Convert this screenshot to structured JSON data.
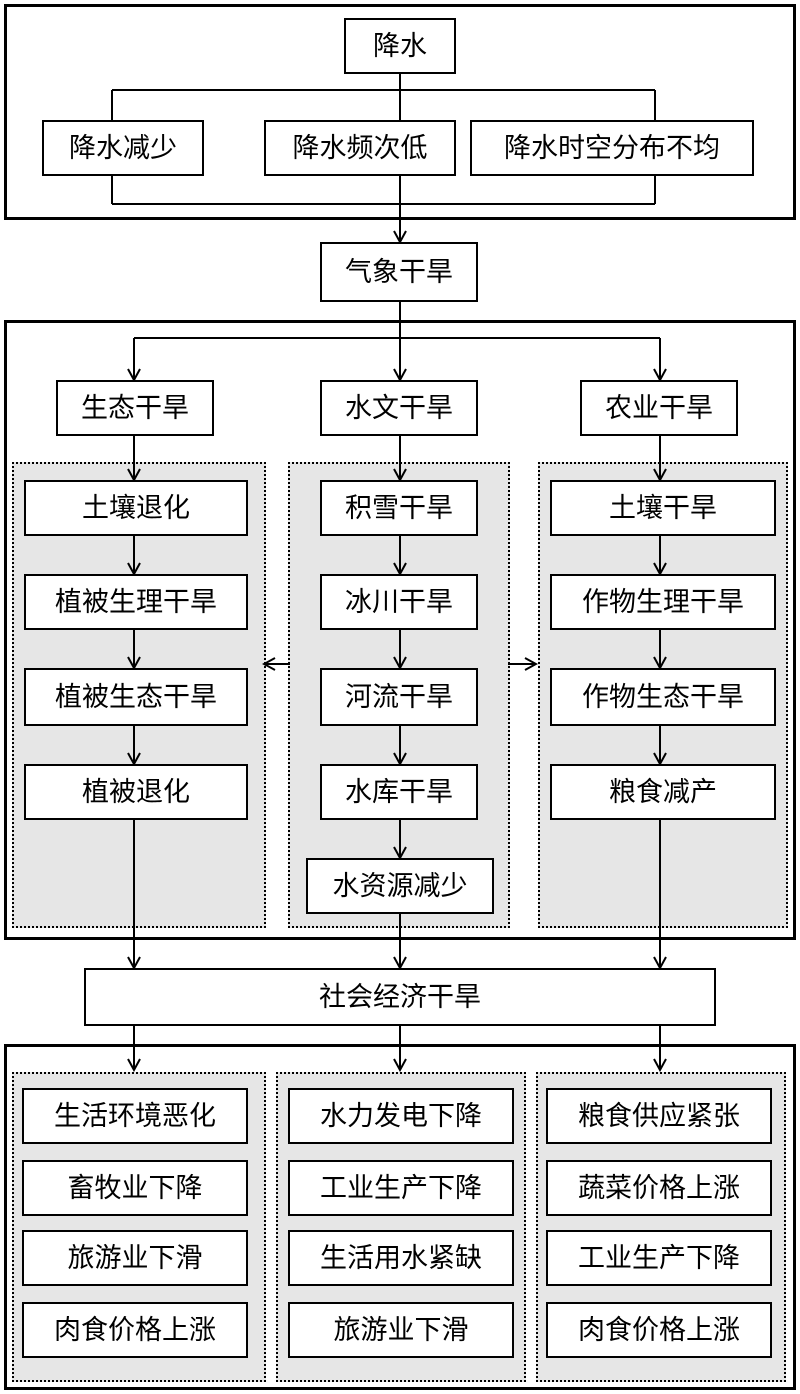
{
  "precip": {
    "root": "降水",
    "causes": [
      "降水减少",
      "降水频次低",
      "降水时空分布不均"
    ]
  },
  "meteorological": "气象干旱",
  "branches": [
    {
      "title": "生态干旱",
      "steps": [
        "土壤退化",
        "植被生理干旱",
        "植被生态干旱",
        "植被退化"
      ]
    },
    {
      "title": "水文干旱",
      "steps": [
        "积雪干旱",
        "冰川干旱",
        "河流干旱",
        "水库干旱",
        "水资源减少"
      ]
    },
    {
      "title": "农业干旱",
      "steps": [
        "土壤干旱",
        "作物生理干旱",
        "作物生态干旱",
        "粮食减产"
      ]
    }
  ],
  "socioeconomic": "社会经济干旱",
  "impacts": [
    [
      "生活环境恶化",
      "畜牧业下降",
      "旅游业下滑",
      "肉食价格上涨"
    ],
    [
      "水力发电下降",
      "工业生产下降",
      "生活用水紧缺",
      "旅游业下滑"
    ],
    [
      "粮食供应紧张",
      "蔬菜价格上涨",
      "工业生产下降",
      "肉食价格上涨"
    ]
  ],
  "colors": {
    "line": "#000000",
    "panel": "#e6e6e6",
    "box": "#ffffff"
  }
}
